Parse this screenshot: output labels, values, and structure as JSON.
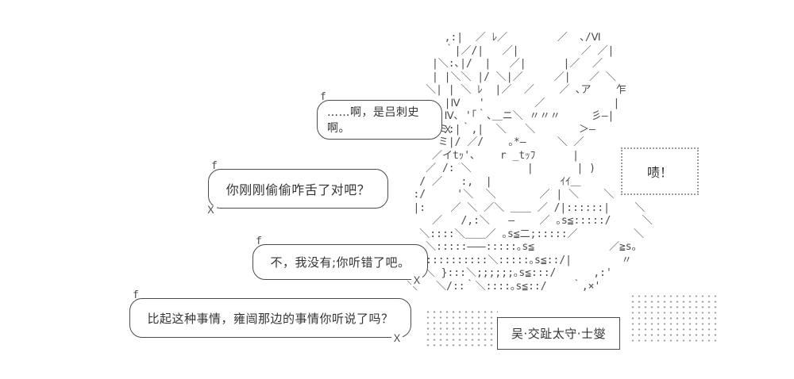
{
  "palette": {
    "background": "#ffffff",
    "ink": "#4a4a4a",
    "text": "#333333",
    "dots": "#9a9a9a"
  },
  "bubbles": [
    {
      "deco": "f",
      "text": "……啊，是吕刺史啊。",
      "tail": "Ｘ"
    },
    {
      "deco": "f",
      "text": "你刚刚偷偷咋舌了对吧？",
      "tail": "Ｘ"
    },
    {
      "deco": "f",
      "text": "不，我没有;你听错了吧。",
      "tail": "Ｘ"
    },
    {
      "deco": "f",
      "text": "比起这种事情，雍闿那边的事情你听说了吗？",
      "tail": "Ｘ"
    }
  ],
  "sfx": {
    "text": "啧！"
  },
  "nameplate": {
    "text": "吴·交趾太守·士燮"
  },
  "ascii_art": {
    "lines": [
      "        ,:|  ／ ﾚ／        ／  ､/Ⅵ",
      "        ｀|／/|   ／|          ／ ／|",
      "      |＼:､|/  |   ／|      |／  ／",
      "      | |＼＼ |/ ＼|／     ／|   ／ ＼",
      "     ＼| | ＼ ﾚ  |／  ／    ／ ､ア    乍",
      "        |Ⅳ   '        ／           |",
      "        Ⅳ､ '｢｀､＿ニ＼ 〃〃〃     彡—|",
      "       ミ:|｀,|  ＼   ＼       ＞—",
      "       ミ|/ ／/    ｡*—     ＼ ／",
      "      ／イtｯ'､    r _tｯﾌ      |",
      "     ／ /: ＼         |       | )",
      "    / ／   :,  |           ｲｲ＿",
      "   :/     '＼  ＼       ／ | ＼    ＼",
      "   |:    ／ ＼ ／＼ ＿＿ ／ /|::::::|    ＼",
      "      ／   /,:＼   —    ／ ｡s≦:::::/     ＼",
      "    ＼::::＼＿＿／ ｡s≦二;:::::／         ＼",
      "     ＼:::::———:::::｡s≦            ／≧s｡",
      "    /::::::::::＼:::::｡s≦::/|        〃",
      " ｡s≦ ＼ }:::＼;;;;;;｡s≦:::/      ,:'",
      "  ＼   ＼/::｀＼::::｡s≦::/    ｀,×'"
    ]
  }
}
